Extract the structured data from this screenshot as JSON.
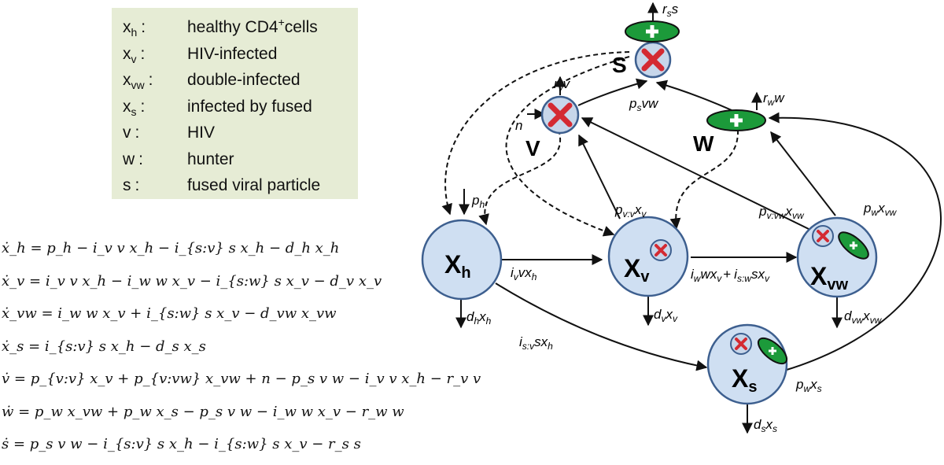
{
  "legend": [
    {
      "sym": "x",
      "sub": "h",
      "desc": "healthy CD4",
      "sup": "+",
      "desc2": "cells"
    },
    {
      "sym": "x",
      "sub": "v",
      "desc": "HIV-infected",
      "sup": "",
      "desc2": ""
    },
    {
      "sym": "x",
      "sub": "vw",
      "desc": "double-infected",
      "sup": "",
      "desc2": ""
    },
    {
      "sym": "x",
      "sub": "s",
      "desc": "infected by fused",
      "sup": "",
      "desc2": ""
    },
    {
      "sym": "v",
      "sub": "",
      "desc": "HIV",
      "sup": "",
      "desc2": ""
    },
    {
      "sym": "w",
      "sub": "",
      "desc": "hunter",
      "sup": "",
      "desc2": ""
    },
    {
      "sym": "s",
      "sub": "",
      "desc": "fused viral particle",
      "sup": "",
      "desc2": ""
    }
  ],
  "legend_colon": ":",
  "equations": [
    "ẋ_h = p_h − i_v v x_h − i_{s:v} s x_h − d_h x_h",
    "ẋ_v = i_v v x_h − i_w w x_v − i_{s:w} s x_v − d_v x_v",
    "ẋ_vw = i_w w x_v + i_{s:w} s x_v − d_vw x_vw",
    "ẋ_s = i_{s:v} s x_h − d_s x_s",
    "v̇ = p_{v:v} x_v + p_{v:vw} x_vw + n − p_s v w − i_v v x_h − r_v v",
    "ẇ = p_w x_vw + p_w x_s − p_s v w − i_w w x_v − r_w w",
    "ṡ = p_s v w − i_{s:v} s x_h − i_{s:w} s x_v − r_s s"
  ],
  "nodes": {
    "xh": {
      "main": "X",
      "sub": "h"
    },
    "xv": {
      "main": "X",
      "sub": "v"
    },
    "xvw": {
      "main": "X",
      "sub": "vw"
    },
    "xs": {
      "main": "X",
      "sub": "s"
    },
    "v": {
      "main": "V"
    },
    "w": {
      "main": "W"
    },
    "s": {
      "main": "S"
    }
  },
  "rates": [
    {
      "key": "rs_s",
      "base": "r",
      "sub": "s",
      "tail": "s"
    },
    {
      "key": "rv_v",
      "base": "r",
      "sub": "v",
      "tail": "v"
    },
    {
      "key": "rw_w",
      "base": "r",
      "sub": "w",
      "tail": "w"
    },
    {
      "key": "ps_vw",
      "base": "p",
      "sub": "s",
      "tail": "vw"
    },
    {
      "key": "n",
      "base": "n",
      "sub": "",
      "tail": ""
    },
    {
      "key": "ph",
      "base": "p",
      "sub": "h",
      "tail": ""
    },
    {
      "key": "pvv_xv",
      "base": "p",
      "sub": "v:v",
      "tail": "x",
      "tsub": "v"
    },
    {
      "key": "pvvw_xvw",
      "base": "p",
      "sub": "v:vw",
      "tail": "x",
      "tsub": "vw"
    },
    {
      "key": "pw_xvw",
      "base": "p",
      "sub": "w",
      "tail": "x",
      "tsub": "vw"
    },
    {
      "key": "iv_vxh",
      "base": "i",
      "sub": "v",
      "tail": "vx",
      "tsub": "h"
    },
    {
      "key": "dh_xh",
      "base": "d",
      "sub": "h",
      "tail": "x",
      "tsub": "h"
    },
    {
      "key": "dv_xv",
      "base": "d",
      "sub": "v",
      "tail": "x",
      "tsub": "v"
    },
    {
      "key": "dvw_xvw",
      "base": "d",
      "sub": "vw",
      "tail": "x",
      "tsub": "vw"
    },
    {
      "key": "isv_sxh",
      "base": "i",
      "sub": "s:v",
      "tail": "sx",
      "tsub": "h"
    },
    {
      "key": "pw_xs",
      "base": "p",
      "sub": "w",
      "tail": "x",
      "tsub": "s"
    },
    {
      "key": "ds_xs",
      "base": "d",
      "sub": "s",
      "tail": "x",
      "tsub": "s"
    }
  ],
  "mid_rate": {
    "p1": "i",
    "s1": "w",
    "t1": "wx",
    "u1": "v",
    "plus": "+",
    "p2": "i",
    "s2": "s:w",
    "t2": "sx",
    "u2": "v"
  },
  "colors": {
    "node_fill": "#cfdff2",
    "node_stroke": "#3d5f8f",
    "particle_fill": "#c7d6ea",
    "cross": "#d42a32",
    "hunter": "#1c9a3a",
    "legend_bg": "#e6ecd5"
  }
}
